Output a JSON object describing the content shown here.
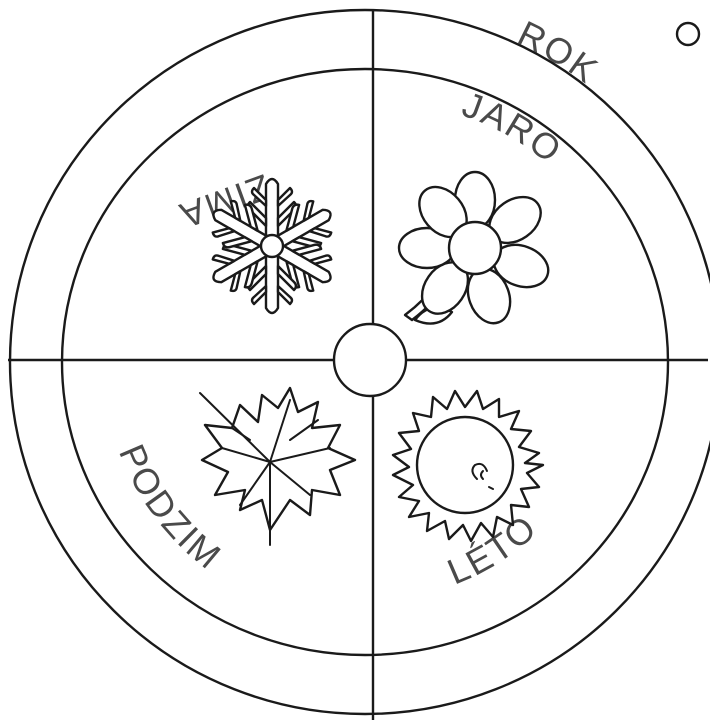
{
  "wheel": {
    "title": "ROK",
    "seasons": {
      "spring": {
        "label": "JARO",
        "icon": "flower-icon"
      },
      "summer": {
        "label": "LÉTO",
        "icon": "sun-icon"
      },
      "autumn": {
        "label": "PODZIM",
        "icon": "maple-leaf-icon"
      },
      "winter": {
        "label": "ZIMA",
        "icon": "snowflake-icon"
      }
    }
  },
  "colors": {
    "line": "#1a1a1a",
    "label_text": "#4a4a4a",
    "background": "#ffffff"
  }
}
